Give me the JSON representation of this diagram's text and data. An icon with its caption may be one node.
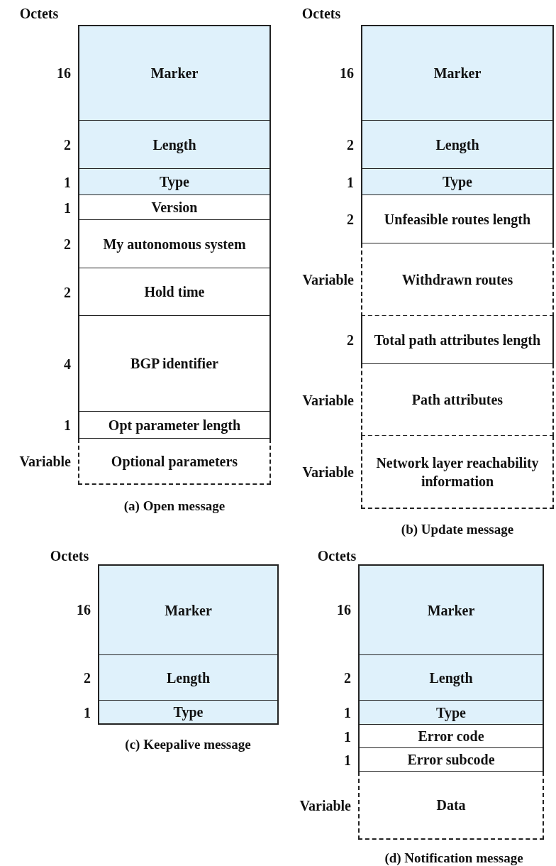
{
  "diagram": {
    "nodes": [
      {
        "text": [
          "Marker"
        ],
        "beside": [
          "16"
        ]
      },
      {
        "text": [
          "Length"
        ],
        "beside": [
          "2"
        ]
      },
      {
        "text": [
          "Type"
        ],
        "beside": [
          "1"
        ]
      },
      {
        "text": [
          "Version"
        ],
        "beside": [
          "1"
        ]
      },
      {
        "text": [
          "My autonomous system"
        ],
        "beside": [
          "2"
        ]
      },
      {
        "text": [
          "Hold time"
        ],
        "beside": [
          "2"
        ]
      },
      {
        "text": [
          "BGP identifier"
        ],
        "beside": [
          "4"
        ]
      },
      {
        "text": [
          "Opt parameter length"
        ],
        "beside": [
          "1"
        ]
      },
      {
        "text": [
          "Optional parameters"
        ],
        "beside": [
          "Variable"
        ]
      },
      {
        "text": [
          "Marker"
        ],
        "beside": [
          "16"
        ]
      },
      {
        "text": [
          "Length"
        ],
        "beside": [
          "2"
        ]
      },
      {
        "text": [
          "Type"
        ],
        "beside": [
          "1"
        ]
      },
      {
        "text": [
          "Unfeasible routes length"
        ],
        "beside": [
          "2"
        ]
      },
      {
        "text": [
          "Withdrawn routes"
        ],
        "beside": [
          "Variable"
        ]
      },
      {
        "text": [
          "Total path attributes length"
        ],
        "beside": [
          "2"
        ]
      },
      {
        "text": [
          "Path attributes"
        ],
        "beside": [
          "Variable"
        ]
      },
      {
        "text": [
          "Network layer reachability information"
        ],
        "beside": [
          "Variable"
        ]
      },
      {
        "text": [
          "Marker"
        ],
        "beside": [
          "16"
        ]
      },
      {
        "text": [
          "Length"
        ],
        "beside": [
          "2"
        ]
      },
      {
        "text": [
          "Type"
        ],
        "beside": [
          "1"
        ]
      },
      {
        "text": [
          "Marker"
        ],
        "beside": [
          "16"
        ]
      },
      {
        "text": [
          "Length"
        ],
        "beside": [
          "2"
        ]
      },
      {
        "text": [
          "Type"
        ],
        "beside": [
          "1"
        ]
      },
      {
        "text": [
          "Error code"
        ],
        "beside": [
          "1"
        ]
      },
      {
        "text": [
          "Error subcode"
        ],
        "beside": [
          "1"
        ]
      },
      {
        "text": [
          "Data"
        ],
        "beside": [
          "Variable"
        ]
      }
    ],
    "labels": [
      "Octets",
      "(a) Open message",
      "Octets",
      "(b) Update message",
      "Octets",
      "(c) Keepalive message",
      "Octets",
      "(d) Notification message"
    ]
  }
}
